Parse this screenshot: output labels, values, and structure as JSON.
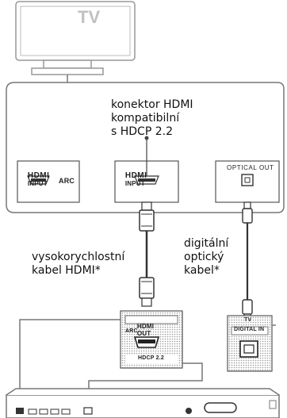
{
  "tv": {
    "label": "TV"
  },
  "callout": {
    "line1": "konektor HDMI",
    "line2": "kompatibilní",
    "line3": "s HDCP 2.2"
  },
  "tv_ports": {
    "hdmi_arc": {
      "logo": "HDMI",
      "name": "INPUT",
      "sub": "ARC"
    },
    "hdmi_hdcp": {
      "logo": "HDMI",
      "name": "INPUT"
    },
    "optical": {
      "name": "OPTICAL OUT"
    }
  },
  "cables": {
    "hdmi": {
      "line1": "vysokorychlostní",
      "line2": "kabel HDMI*"
    },
    "optical": {
      "line1": "digitální",
      "line2": "optický",
      "line3": "kabel*"
    }
  },
  "soundbar_ports": {
    "hdmi_out": {
      "logo": "HDMI",
      "name": "OUT",
      "arc": "ARC",
      "hdcp": "HDCP 2.2"
    },
    "digital_in": {
      "top": "TV",
      "name": "DIGITAL IN"
    }
  },
  "colors": {
    "line": "#555555",
    "panel_fill": "#ffffff",
    "dotted": "#cfcfcf",
    "tv_gray": "#c8c8c8"
  }
}
